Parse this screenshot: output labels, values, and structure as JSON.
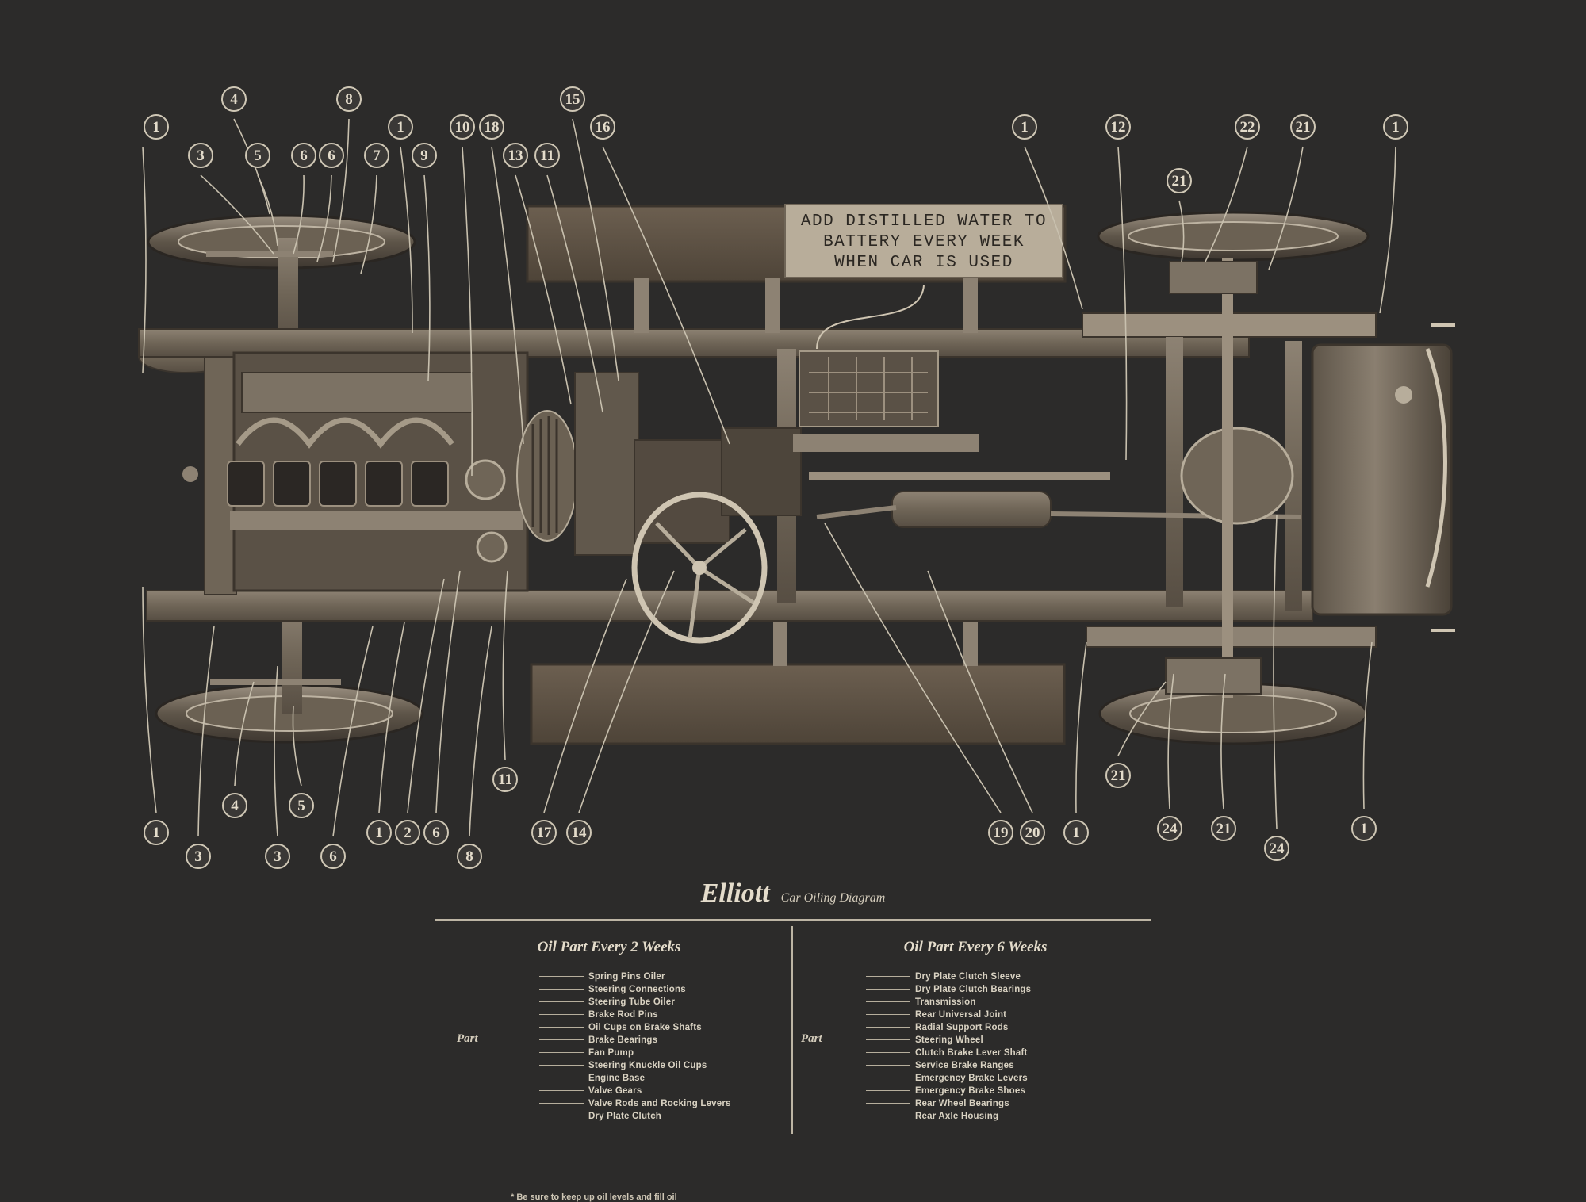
{
  "diagram": {
    "sign_lines": [
      "ADD DISTILLED WATER TO",
      "BATTERY EVERY WEEK",
      "WHEN CAR IS USED"
    ],
    "callouts_top": [
      {
        "label": "1"
      },
      {
        "label": "4"
      },
      {
        "label": "3"
      },
      {
        "label": "5"
      },
      {
        "label": "6"
      },
      {
        "label": "6"
      },
      {
        "label": "8"
      },
      {
        "label": "7"
      },
      {
        "label": "1"
      },
      {
        "label": "9"
      },
      {
        "label": "10"
      },
      {
        "label": "18"
      },
      {
        "label": "13"
      },
      {
        "label": "11"
      },
      {
        "label": "15"
      },
      {
        "label": "16"
      },
      {
        "label": "1"
      },
      {
        "label": "12"
      },
      {
        "label": "22"
      },
      {
        "label": "21"
      },
      {
        "label": "21"
      },
      {
        "label": "1"
      }
    ],
    "callouts_bottom": [
      {
        "label": "1"
      },
      {
        "label": "3"
      },
      {
        "label": "3"
      },
      {
        "label": "4"
      },
      {
        "label": "5"
      },
      {
        "label": "1"
      },
      {
        "label": "2"
      },
      {
        "label": "6"
      },
      {
        "label": "6"
      },
      {
        "label": "8"
      },
      {
        "label": "11"
      },
      {
        "label": "17"
      },
      {
        "label": "14"
      },
      {
        "label": "19"
      },
      {
        "label": "20"
      },
      {
        "label": "1"
      },
      {
        "label": "21"
      },
      {
        "label": "24"
      },
      {
        "label": "21"
      },
      {
        "label": "24"
      },
      {
        "label": "1"
      }
    ]
  },
  "title": {
    "brand": "Elliott",
    "subtitle": "Car Oiling Diagram"
  },
  "left_column": {
    "heading": "Oil Part Every 2 Weeks",
    "part_label": "Part",
    "items": [
      "Spring Pins Oiler",
      "Steering Connections",
      "Steering Tube Oiler",
      "Brake Rod Pins",
      "Oil Cups on Brake Shafts",
      "Brake Bearings",
      "Fan Pump",
      "Steering Knuckle Oil Cups",
      "Engine Base",
      "Valve Gears",
      "Valve Rods and Rocking Levers",
      "Dry Plate Clutch"
    ],
    "footnote": "* Be sure to keep up oil levels and fill oil"
  },
  "right_column": {
    "heading": "Oil Part Every 6 Weeks",
    "part_label": "Part",
    "items": [
      "Dry Plate Clutch Sleeve",
      "Dry Plate Clutch Bearings",
      "Transmission",
      "Rear Universal Joint",
      "Radial Support Rods",
      "Steering Wheel",
      "Clutch Brake Lever Shaft",
      "Service Brake Ranges",
      "Emergency Brake Levers",
      "Emergency Brake Shoes",
      "Rear Wheel Bearings",
      "Rear Axle Housing"
    ]
  }
}
